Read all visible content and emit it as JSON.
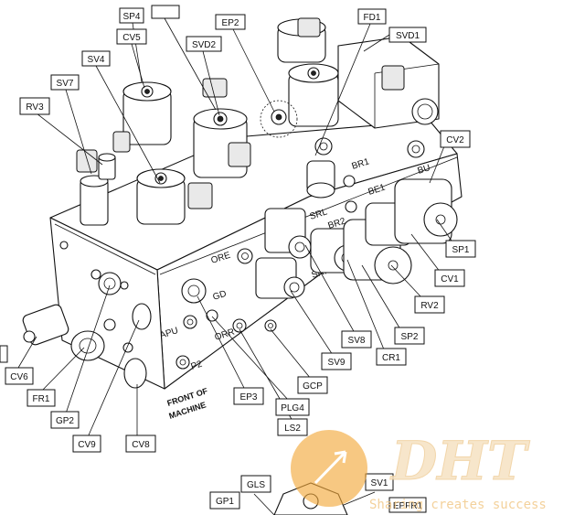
{
  "callouts": {
    "sp4": "SP4",
    "ep2": "EP2",
    "fd1": "FD1",
    "cv5": "CV5",
    "svd2": "SVD2",
    "svd1": "SVD1",
    "sv4": "SV4",
    "sv7": "SV7",
    "rv3": "RV3",
    "cv2": "CV2",
    "sp1": "SP1",
    "cv1": "CV1",
    "rv2": "RV2",
    "sp2": "SP2",
    "sv8": "SV8",
    "cr1": "CR1",
    "sv9": "SV9",
    "gcp": "GCP",
    "ep3": "EP3",
    "plg4": "PLG4",
    "ls2": "LS2",
    "cv6": "CV6",
    "fr1": "FR1",
    "gp2": "GP2",
    "cv9": "CV9",
    "cv8": "CV8",
    "gls": "GLS",
    "gp1": "GP1",
    "sv1": "SV1",
    "epfr1": "EPFR1"
  },
  "body_labels": {
    "br1": "BR1",
    "bu": "BU",
    "be1": "BE1",
    "srl": "SRL",
    "br2": "BR2",
    "ore": "ORE",
    "srr": "SRR",
    "gd": "GD",
    "apu": "APU",
    "orr": "ORR",
    "p2": "P2"
  },
  "front_label": [
    "FRONT OF",
    "MACHINE"
  ],
  "watermark": {
    "logo": "DHT",
    "tagline": "Sharing creates success"
  },
  "colors": {
    "ink": "#111111",
    "shade": "#e9e9e9",
    "watermark_orange": "#f3a93c",
    "watermark_text": "#f2c98a"
  }
}
